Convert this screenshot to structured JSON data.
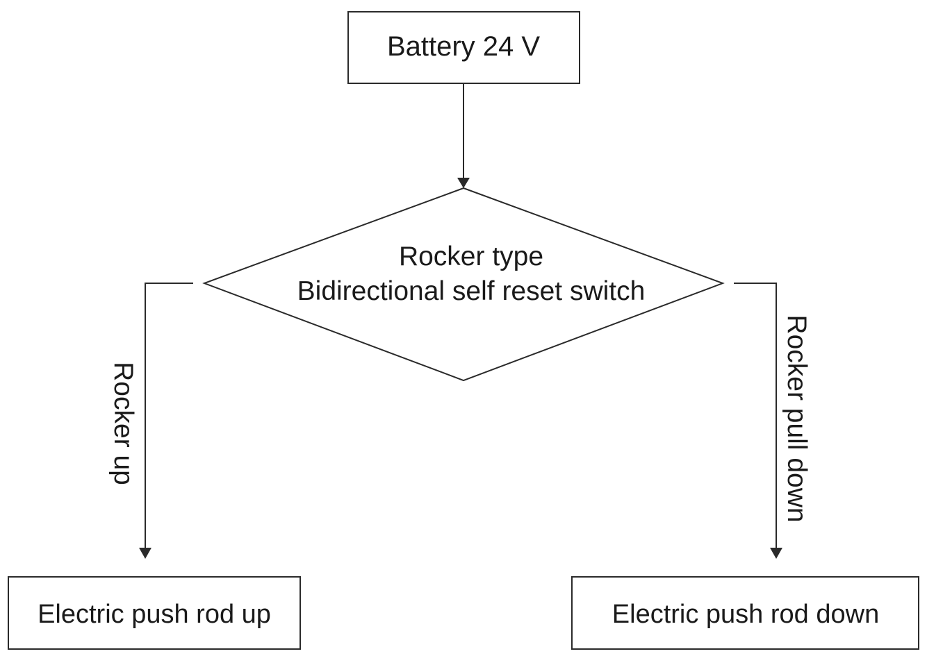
{
  "nodes": {
    "battery": {
      "label": "Battery 24 V"
    },
    "switch": {
      "line1": "Rocker type",
      "line2": "Bidirectional self reset switch"
    },
    "rod_up": {
      "label": "Electric push rod up"
    },
    "rod_down": {
      "label": "Electric push rod down"
    }
  },
  "edges": {
    "up_label": "Rocker up",
    "down_label": "Rocker pull down"
  }
}
